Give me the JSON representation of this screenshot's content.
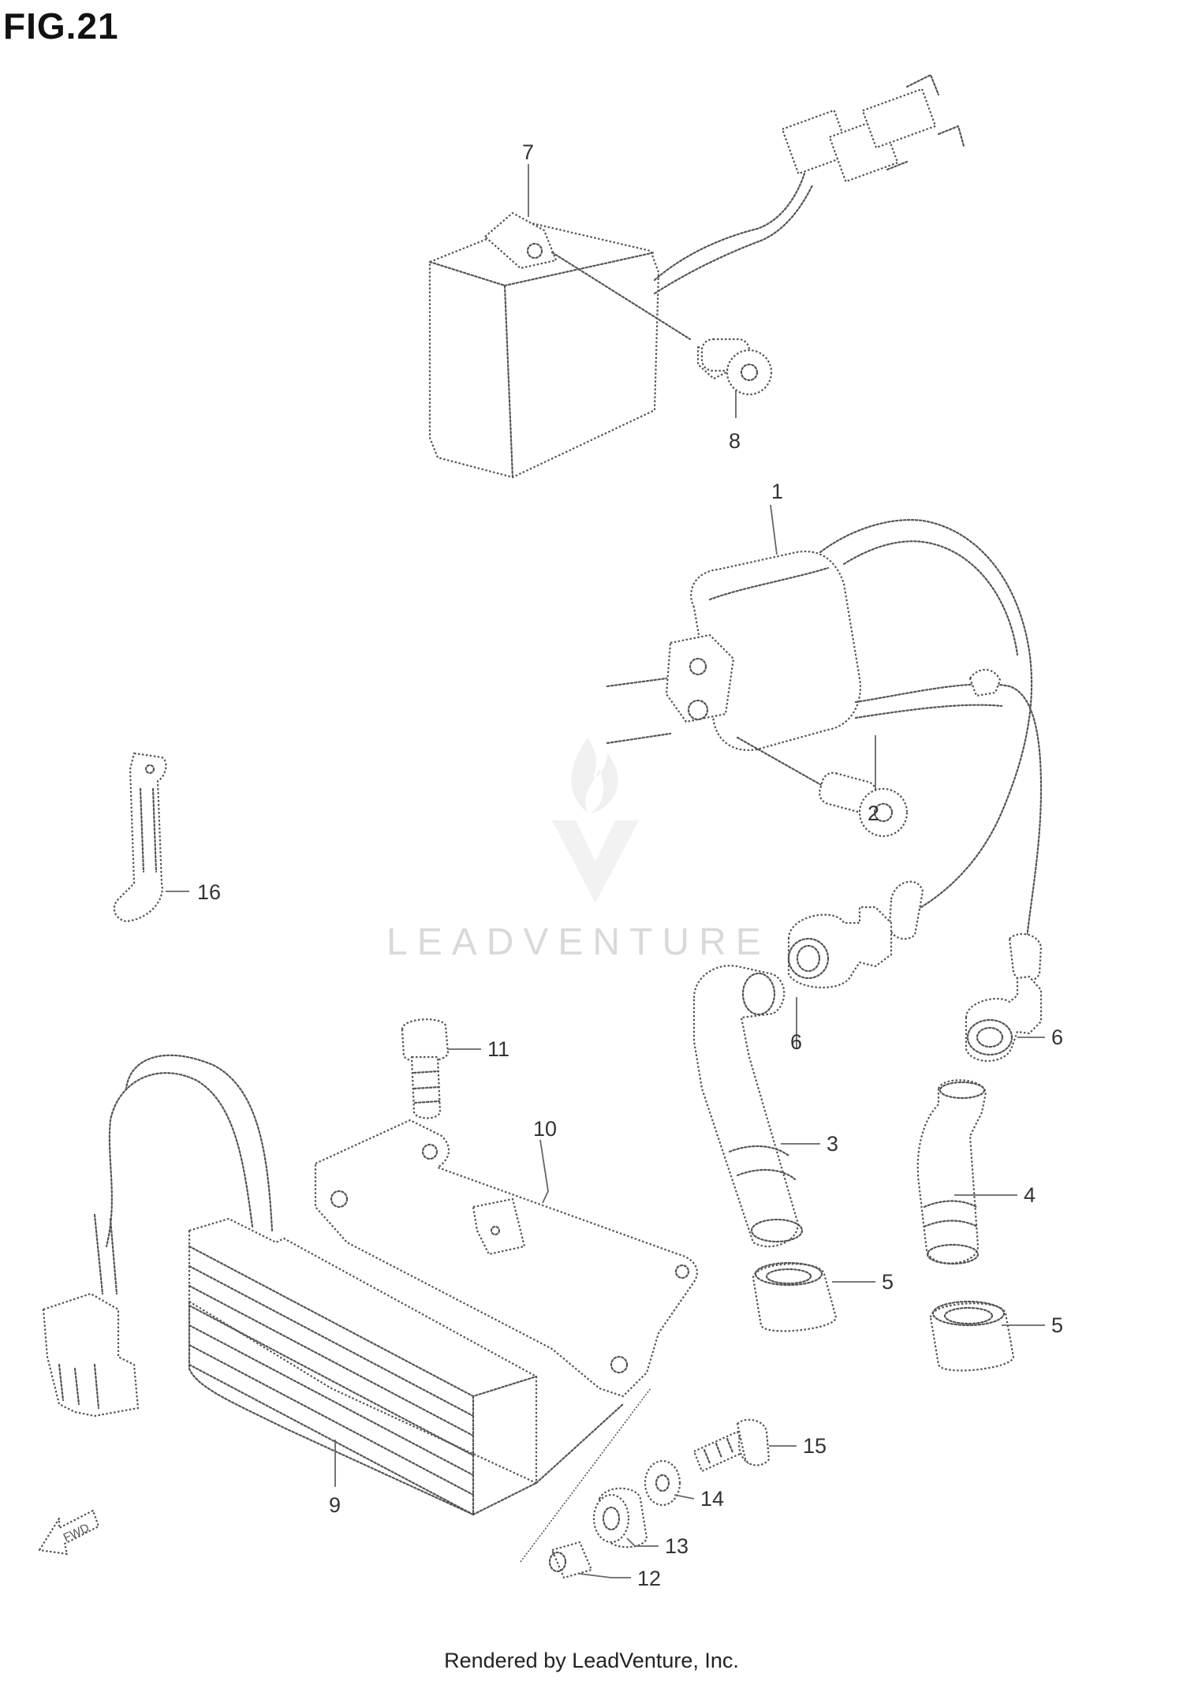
{
  "figure": {
    "title": "FIG.21"
  },
  "watermark": {
    "text": "LEADVENTURE",
    "icon": "flame-v-logo"
  },
  "direction_marker": {
    "label": "FWD",
    "icon": "arrow-forward-icon"
  },
  "callouts": [
    {
      "number": "1",
      "part": "ignition-coil"
    },
    {
      "number": "2",
      "part": "coil-bolt"
    },
    {
      "number": "3",
      "part": "spark-plug-cap-front"
    },
    {
      "number": "4",
      "part": "spark-plug-cap-rear"
    },
    {
      "number": "5",
      "part": "cap-cover"
    },
    {
      "number": "5",
      "part": "cap-cover"
    },
    {
      "number": "6",
      "part": "cord-grommet"
    },
    {
      "number": "6",
      "part": "cord-grommet"
    },
    {
      "number": "7",
      "part": "cdi-unit"
    },
    {
      "number": "8",
      "part": "cdi-bolt"
    },
    {
      "number": "9",
      "part": "regulator-rectifier"
    },
    {
      "number": "10",
      "part": "regulator-bracket"
    },
    {
      "number": "11",
      "part": "bracket-bolt"
    },
    {
      "number": "12",
      "part": "spacer"
    },
    {
      "number": "13",
      "part": "cushion"
    },
    {
      "number": "14",
      "part": "washer"
    },
    {
      "number": "15",
      "part": "regulator-bolt"
    },
    {
      "number": "16",
      "part": "clamp"
    }
  ],
  "footer": {
    "text": "Rendered by LeadVenture, Inc."
  }
}
